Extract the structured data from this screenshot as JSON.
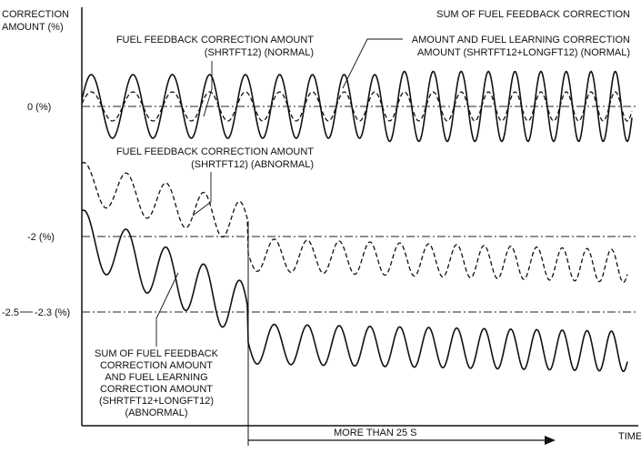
{
  "axes": {
    "y_title_line1": "CORRECTION",
    "y_title_line2": "AMOUNT (%)",
    "x_title": "TIME"
  },
  "levels": {
    "zero": "0 (%)",
    "minus2": "-2 (%)",
    "lower_left": "-2.5",
    "lower_right": "-2.3 (%)"
  },
  "labels": {
    "sum_normal": [
      "SUM OF FUEL FEEDBACK CORRECTION",
      "AMOUNT AND FUEL LEARNING CORRECTION",
      "AMOUNT (SHRTFT12+LONGFT12) (NORMAL)"
    ],
    "shrtft_normal": [
      "FUEL FEEDBACK CORRECTION AMOUNT",
      "(SHRTFT12) (NORMAL)"
    ],
    "shrtft_abnormal": [
      "FUEL FEEDBACK CORRECTION AMOUNT",
      "(SHRTFT12) (ABNORMAL)"
    ],
    "sum_abnormal": [
      "SUM OF FUEL FEEDBACK",
      "CORRECTION AMOUNT",
      "AND FUEL LEARNING",
      "CORRECTION AMOUNT",
      "(SHRTFT12+LONGFT12)",
      "(ABNORMAL)"
    ],
    "duration": "MORE THAN 25 S"
  }
}
